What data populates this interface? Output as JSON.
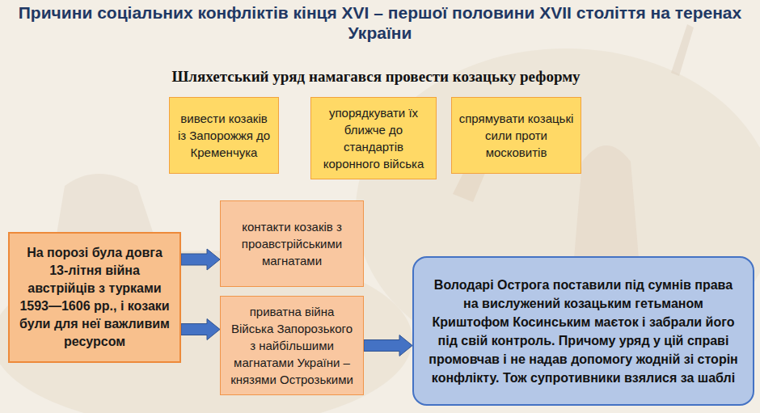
{
  "diagram": {
    "title": "Причини соціальних конфліктів кінця XVI – першої половини XVII століття на теренах України",
    "nodes": [
      {
        "text": [
          "вивести козаків із Запорожжя до Кременчука"
        ]
      },
      {
        "text": [
          "упорядкувати їх ближче до стандартів коронного війська"
        ]
      },
      {
        "text": [
          "спрямувати козацькі сили проти московитів"
        ]
      },
      {
        "text": [
          "На порозі була довга 13-літня війна австрійців з турками 1593—1606 рр., і козаки були для неї важливим ресурсом"
        ]
      },
      {
        "text": [
          "контакти козаків з проавстрійськими магнатами"
        ]
      },
      {
        "text": [
          "приватна війна Війська Запорозького з найбільшими магнатами України – князями Острозькими"
        ]
      },
      {
        "text": [
          "Володарі Острога поставили під сумнів права на вислужений козацьким гетьманом Криштофом Косинським маєток і забрали його під свій контроль. Причому уряд у цій справі промовчав і не надав допомогу жодній зі сторін конфлікту. Тож супротивники взялися за шаблі"
        ]
      }
    ],
    "edges": [
      {
        "from": 3,
        "to": 4,
        "arrow": "to"
      },
      {
        "from": 3,
        "to": 5,
        "arrow": "to"
      },
      {
        "from": 5,
        "to": 6,
        "arrow": "to"
      }
    ],
    "labels": [
      "Шляхетський уряд намагався провести козацьку реформу"
    ]
  }
}
